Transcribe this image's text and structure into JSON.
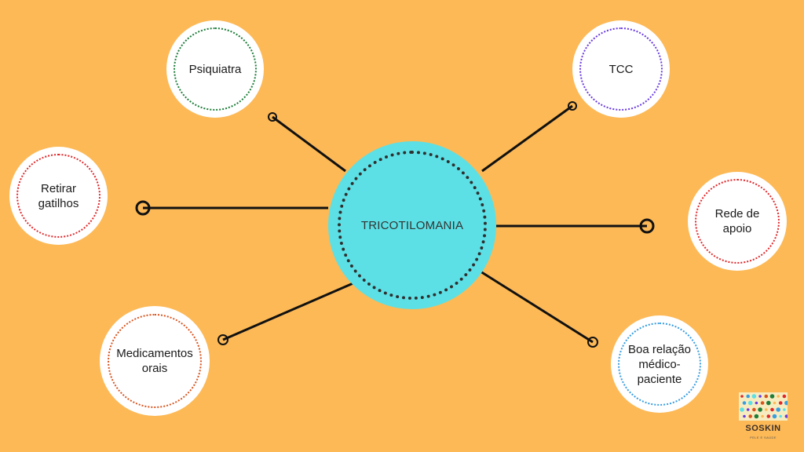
{
  "colors": {
    "background": "#fdb956",
    "center_fill": "#5ce0e5",
    "connector": "#111111"
  },
  "diagram": {
    "center": {
      "label": "TRICOTILOMANIA"
    },
    "nodes": [
      {
        "id": "psiquiatra",
        "label": "Psiquiatra",
        "ring_color": "#1e7d3a"
      },
      {
        "id": "tcc",
        "label": "TCC",
        "ring_color": "#6a3be0"
      },
      {
        "id": "retirar-gatilhos",
        "label": "Retirar\ngatilhos",
        "ring_color": "#e0282b"
      },
      {
        "id": "rede-de-apoio",
        "label": "Rede de\napoio",
        "ring_color": "#e0282b"
      },
      {
        "id": "medicamentos-orais",
        "label": "Medicamentos\norais",
        "ring_color": "#d9541e"
      },
      {
        "id": "boa-relacao",
        "label": "Boa relação\nmédico-\npaciente",
        "ring_color": "#3a9ee0"
      }
    ]
  },
  "logo": {
    "name": "SOSKIN",
    "tagline": "PELE E SAÚDE",
    "dot_colors": [
      "#e0282b",
      "#1e7d3a",
      "#6a3be0",
      "#3a9ee0",
      "#fdb956",
      "#d9541e",
      "#5ce0e5"
    ]
  }
}
